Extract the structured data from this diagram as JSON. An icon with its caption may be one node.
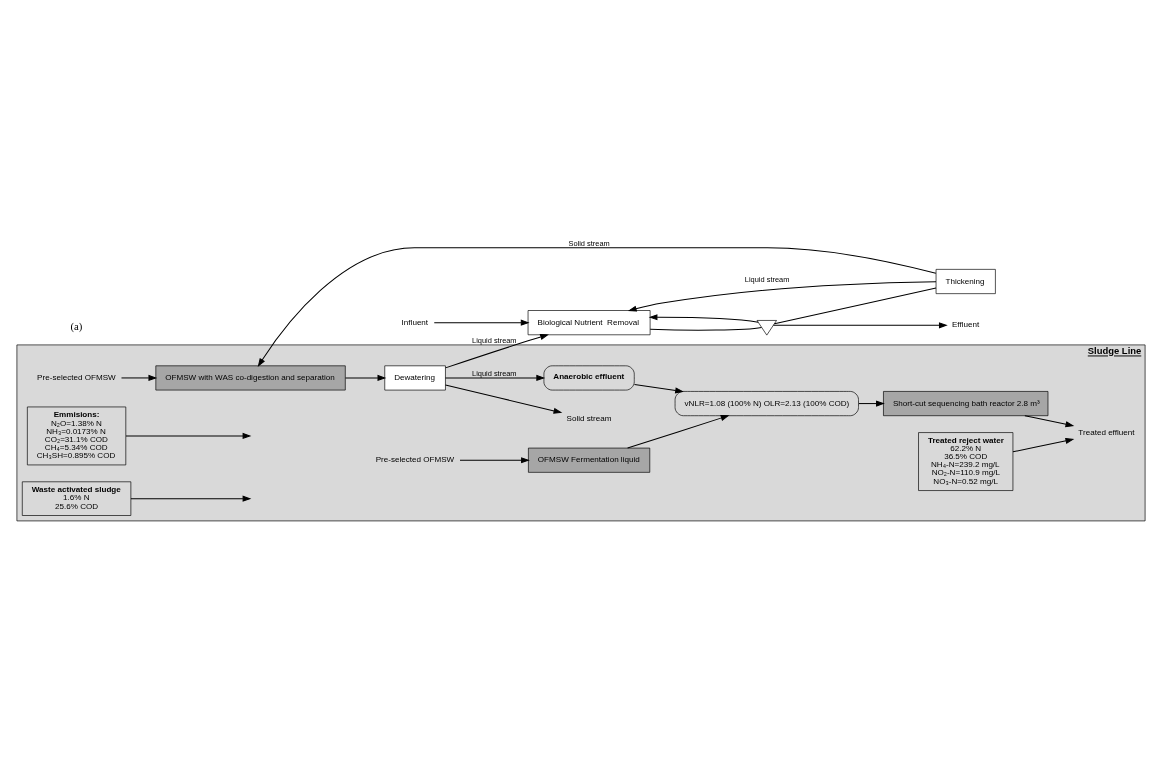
{
  "diagram": {
    "nodes": [
      {
        "text": [
          "Influent"
        ]
      },
      {
        "text": [
          "Biological Nutrient  Removal"
        ]
      },
      {
        "text": [],
        "shape": "triangle"
      },
      {
        "text": [
          "Effluent"
        ]
      },
      {
        "text": [
          "Thickening"
        ]
      },
      {
        "text": [
          "Sludge Line"
        ]
      },
      {
        "text": [
          "Pre-selected OFMSW"
        ],
        "in": 5
      },
      {
        "text": [
          "OFMSW with WAS co-digestion and separation"
        ],
        "in": 5
      },
      {
        "text": [
          "Dewatering"
        ],
        "in": 5
      },
      {
        "text": [
          "Solid stream"
        ],
        "in": 5
      },
      {
        "text": [
          "Anaerobic effluent"
        ],
        "in": 5
      },
      {
        "text": [
          "vNLR=1.08 (100% N) OLR=2.13 (100% COD)"
        ],
        "in": 5
      },
      {
        "text": [
          "Pre-selected OFMSW"
        ],
        "in": 5
      },
      {
        "text": [
          "OFMSW Fermentation liquid"
        ],
        "in": 5
      },
      {
        "text": [
          "Short-cut sequencing bath reactor 2.8 m³"
        ],
        "in": 5
      },
      {
        "text": [
          "Treated effluent"
        ],
        "in": 5
      },
      {
        "text": [
          "Emmisions:",
          "N₂O=1.38% N",
          "NH₃=0.0173% N",
          "CO₂=31.1% COD",
          "CH₄=5.34% COD",
          "CH₃SH=0.895% COD"
        ],
        "in": 5
      },
      {
        "text": [
          "Waste activated sludge",
          "1.6% N",
          "25.6% COD"
        ],
        "in": 5
      },
      {
        "text": [
          "Treated reject water",
          "62.2% N",
          "36.5% COD",
          "NH₄-N=239.2 mg/L",
          "NO₂-N=110.9 mg/L",
          "NO₃-N=0.52 mg/L"
        ],
        "in": 5
      }
    ],
    "edges": [
      {
        "from": 0,
        "to": 1,
        "arrow": "to"
      },
      {
        "from": 4,
        "to": 1,
        "arrow": "to",
        "label": "Liquid stream"
      },
      {
        "from": 1,
        "to": 2,
        "arrow": "none"
      },
      {
        "from": 2,
        "to": 3,
        "arrow": "to"
      },
      {
        "from": 2,
        "to": 1,
        "arrow": "to"
      },
      {
        "from": 2,
        "to": 4,
        "arrow": "none"
      },
      {
        "from": 4,
        "to": 7,
        "arrow": "to",
        "label": "Solid stream"
      },
      {
        "from": 6,
        "to": 7,
        "arrow": "to"
      },
      {
        "from": 7,
        "to": 8,
        "arrow": "to"
      },
      {
        "from": 8,
        "to": 9,
        "arrow": "to"
      },
      {
        "from": 8,
        "to": 10,
        "arrow": "to",
        "label": "Liquid stream"
      },
      {
        "from": 8,
        "to": 1,
        "arrow": "to",
        "label": "Liquid stream"
      },
      {
        "from": 10,
        "to": 11,
        "arrow": "to"
      },
      {
        "from": 12,
        "to": 13,
        "arrow": "to"
      },
      {
        "from": 13,
        "to": 11,
        "arrow": "to"
      },
      {
        "from": 11,
        "to": 14,
        "arrow": "to"
      },
      {
        "from": 14,
        "to": 15,
        "arrow": "to"
      },
      {
        "from": 16,
        "to": null,
        "arrow": "to"
      },
      {
        "from": 17,
        "to": null,
        "arrow": "to"
      },
      {
        "from": 18,
        "to": 15,
        "arrow": "to"
      }
    ],
    "labels": [
      "(a)"
    ]
  }
}
